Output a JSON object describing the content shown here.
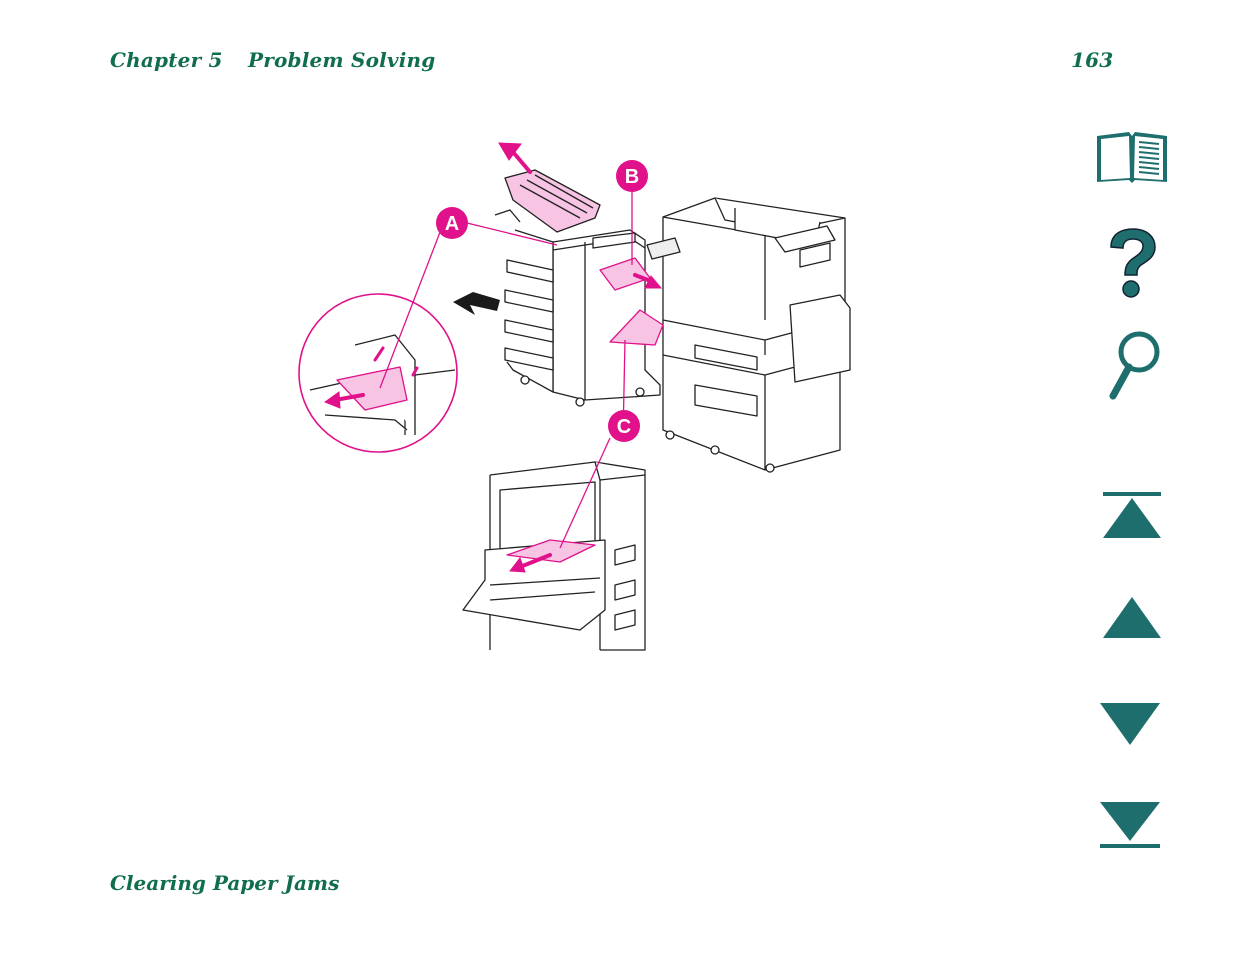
{
  "header": {
    "chapter": "Chapter 5",
    "section": "Problem Solving",
    "page_number": "163"
  },
  "footer": {
    "title": "Clearing Paper Jams"
  },
  "figure": {
    "callouts": {
      "a": "A",
      "b": "B",
      "c": "C"
    },
    "accent_color": "#e0118a",
    "paper_color": "#f7c5e3"
  },
  "nav": {
    "icons": [
      "book-icon",
      "help-question-icon",
      "magnifier-search-icon",
      "first-page-icon",
      "previous-page-icon",
      "next-page-icon",
      "last-page-icon"
    ],
    "color": "#1f6e6e"
  }
}
